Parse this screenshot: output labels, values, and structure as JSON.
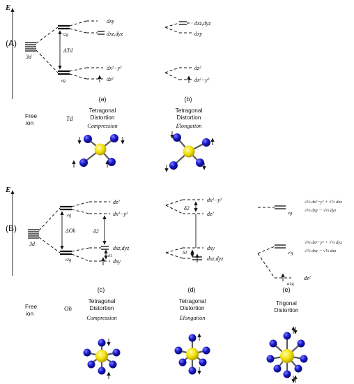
{
  "axis": {
    "energy": "E"
  },
  "section_labels": {
    "A": "(A)",
    "B": "(B)"
  },
  "panels": {
    "a": {
      "letter": "(a)",
      "col_title_1": "Tetragonal",
      "col_title_2": "Distortion",
      "subtitle": "Compression"
    },
    "b": {
      "letter": "(b)",
      "col_title_1": "Tetragonal",
      "col_title_2": "Distortion",
      "subtitle": "Elongation"
    },
    "c": {
      "letter": "(c)",
      "col_title_1": "Tetragonal",
      "col_title_2": "Distortion",
      "subtitle": "Compression"
    },
    "d": {
      "letter": "(d)",
      "col_title_1": "Tetragonal",
      "col_title_2": "Distortion",
      "subtitle": "Elongation"
    },
    "e": {
      "letter": "(e)",
      "col_title_1": "Trigonal",
      "col_title_2": "Distortion",
      "subtitle": ""
    }
  },
  "free_ion": {
    "line1": "Free",
    "line2": "ion"
  },
  "symmetry": {
    "td": "Td",
    "oh": "Oh"
  },
  "labels_A": {
    "ion": "3d",
    "t2": "t2g",
    "eg": "eg",
    "delta": "ΔTd",
    "a_dxy": "dxy",
    "a_dxzdyz": "dxz,dyz",
    "a_dx2y2": "dx²−y²",
    "a_dz2": "dz²",
    "b_dxzdyz": "dxz,dyz",
    "b_dxy": "dxy",
    "b_dz2": "dz²",
    "b_dx2y2": "dx²−y²"
  },
  "labels_B": {
    "ion": "3d",
    "eg": "eg",
    "t2g": "t2g",
    "delta": "ΔOh",
    "delta2": "δ2",
    "delta1": "δ1",
    "c_dz2": "dz²",
    "c_dx2y2": "dx²−y²",
    "c_dxzdyz": "dxz,dyz",
    "c_dxy": "dxy",
    "d_dx2y2": "dx²−y²",
    "d_dz2": "dz²",
    "d_dxy": "dxy",
    "d_dxzdyz": "dxz,dyz",
    "e_eg_upper": "eg",
    "e_eg_lower": "e'g",
    "e_a1g": "a1g",
    "e_dz2": "dz²",
    "e_expr1": "√⅓ dx²−y² + √⅔ dxz",
    "e_expr2": "√⅓ dxy − √⅔ dyz",
    "e_expr3": "√⅔ dx²−y² + √⅓ dyz",
    "e_expr4": "√⅔ dxy − √⅓ dxz"
  },
  "colors": {
    "metal": "#f2e000",
    "ligand": "#1a1acc",
    "line": "#111111"
  }
}
